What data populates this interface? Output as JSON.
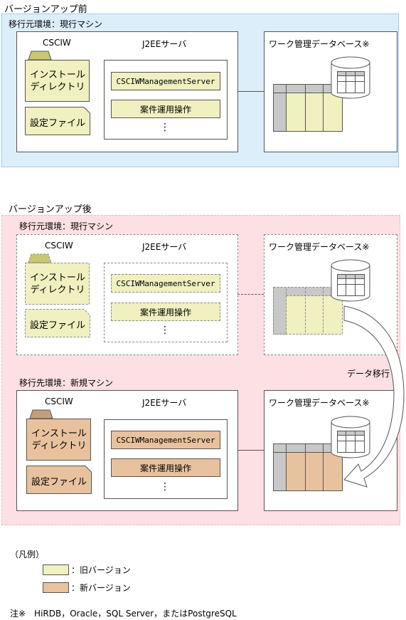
{
  "colors": {
    "before_bg": "#ddeefb",
    "before_border": "#9ccaf0",
    "after_bg": "#fde0e3",
    "after_border": "#f2b7bd",
    "old_version": "#f0f0c0",
    "new_version": "#e8c29e",
    "old_folder_tab": "#c8c870",
    "new_folder_tab": "#c69f7a",
    "db_table_gray": "#c8c8c8"
  },
  "before": {
    "title": "バージョンアップ前",
    "env_label": "移行元環境：現行マシン",
    "csciw": "CSCIW",
    "install_dir_line1": "インストール",
    "install_dir_line2": "ディレクトリ",
    "config_file": "設定ファイル",
    "j2ee": "J2EEサーバ",
    "server_name": "CSCIWManagementServer",
    "case_ops": "案件運用操作",
    "dots": "⋮",
    "db_label": "ワーク管理データベース※"
  },
  "after": {
    "title": "バージョンアップ後",
    "source_env_label": "移行元環境：現行マシン",
    "target_env_label": "移行先環境：新規マシン",
    "csciw": "CSCIW",
    "install_dir_line1": "インストール",
    "install_dir_line2": "ディレクトリ",
    "config_file": "設定ファイル",
    "j2ee": "J2EEサーバ",
    "server_name": "CSCIWManagementServer",
    "case_ops": "案件運用操作",
    "dots": "⋮",
    "db_label": "ワーク管理データベース※",
    "migration_label": "データ移行"
  },
  "legend": {
    "title": "（凡例）",
    "old_label": "：旧バージョン",
    "new_label": "：新バージョン"
  },
  "note": "注※　HiRDB，Oracle，SQL Server，またはPostgreSQL"
}
